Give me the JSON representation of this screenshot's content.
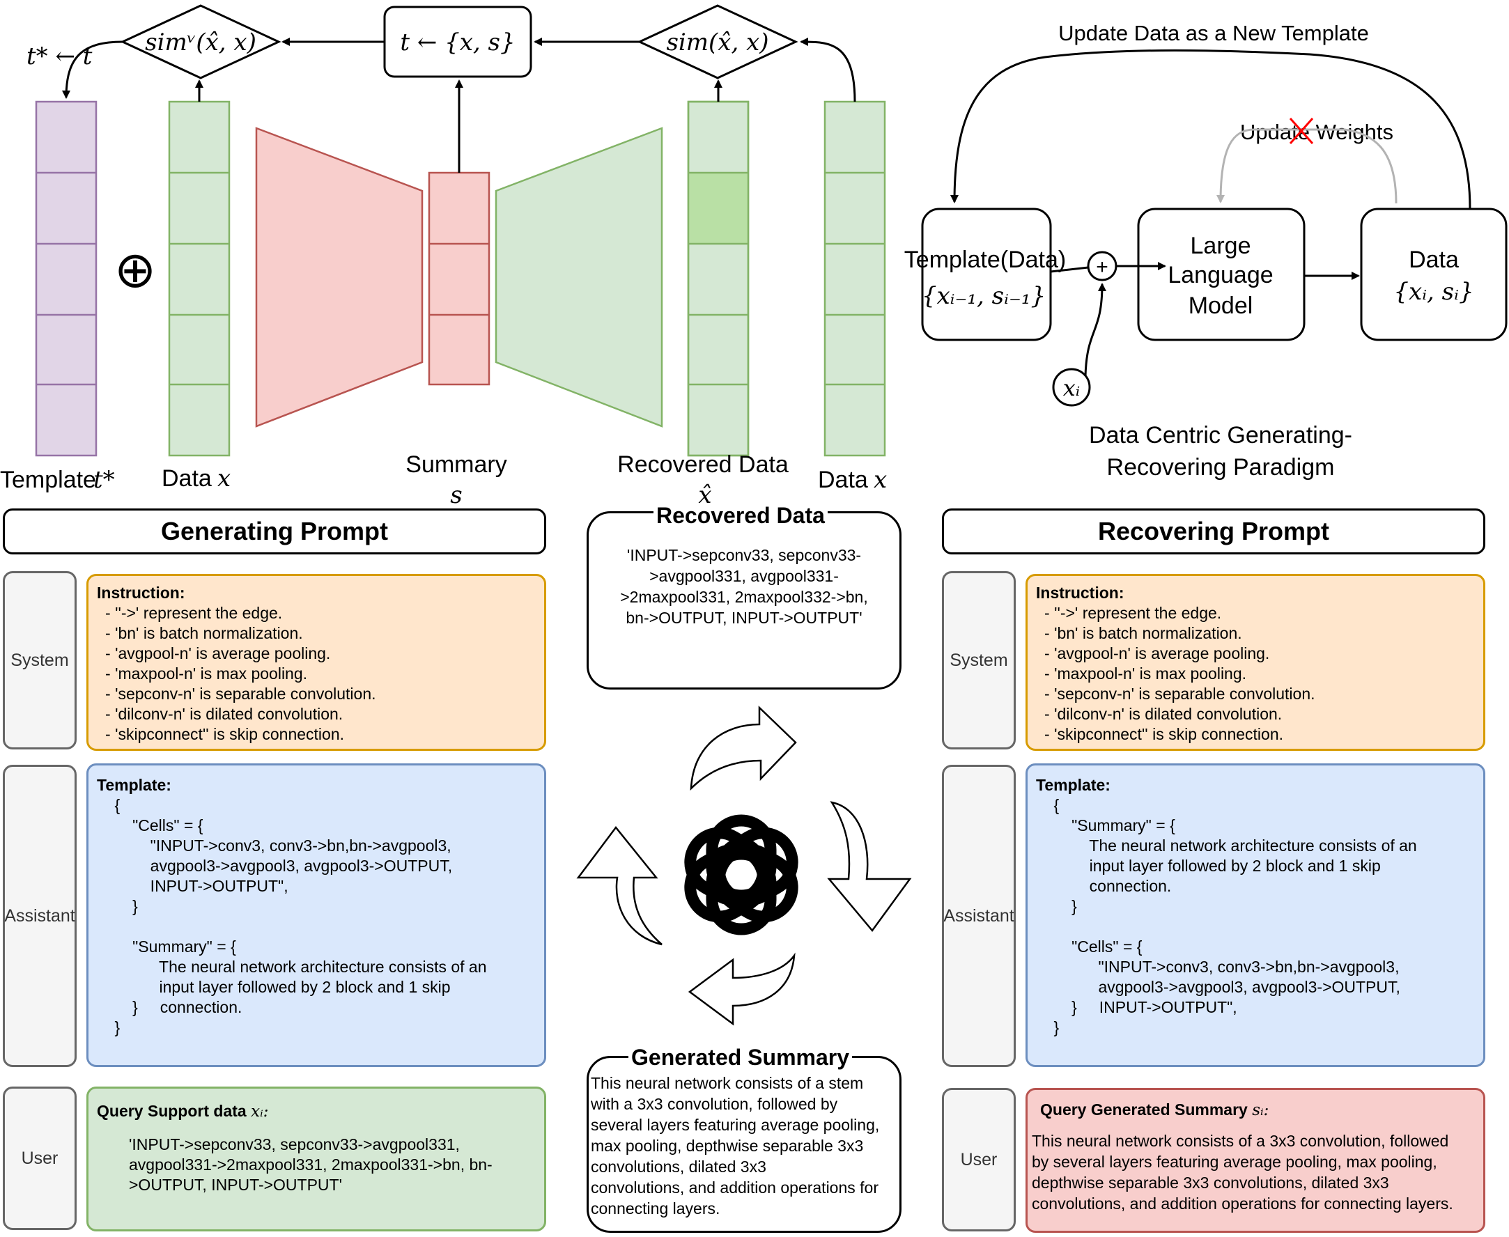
{
  "top_left": {
    "template_label": "Template",
    "template_var": "t*",
    "data_label": "Data",
    "data_var": "x",
    "summary_label": "Summary",
    "summary_var": "s",
    "recovered_label": "Recovered Data",
    "recovered_var": "x̂",
    "data2_label": "Data",
    "data2_var": "x",
    "sim_v": "simᵛ(x̂, x)",
    "sim": "sim(x̂, x)",
    "t_assign": "t ← {x, s}",
    "t_star": "t* ← t",
    "oplus": "⊕"
  },
  "paradigm": {
    "loop_top": "Update Data as a New Template",
    "loop_inner": "Update Weights",
    "template_title": "Template(Data)",
    "template_math": "{xᵢ₋₁, sᵢ₋₁}",
    "llm_line1": "Large",
    "llm_line2": "Language",
    "llm_line3": "Model",
    "data_title": "Data",
    "data_math": "{xᵢ, sᵢ}",
    "plus": "+",
    "xi": "xᵢ",
    "caption_line1": "Data Centric Generating-",
    "caption_line2": "Recovering Paradigm"
  },
  "generating": {
    "header": "Generating Prompt",
    "roles": [
      "System",
      "Assistant",
      "User"
    ],
    "instruction_title": "Instruction:",
    "instructions": [
      "''->' represent the edge.",
      "'bn' is batch normalization.",
      "'avgpool-n' is average pooling.",
      "'maxpool-n' is max pooling.",
      "'sepconv-n' is separable convolution.",
      "'dilconv-n' is dilated convolution.",
      "'skipconnect'' is skip connection."
    ],
    "template_title": "Template:",
    "template_body": "    {\n        \"Cells\" = {\n            \"INPUT->conv3, conv3->bn,bn->avgpool3,\n            avgpool3->avgpool3, avgpool3->OUTPUT,\n            INPUT->OUTPUT\",\n        }\n\n        \"Summary\" = {\n              The neural network architecture consists of an\n              input layer followed by 2 block and 1 skip\n        }     connection.\n    }",
    "query_title": "Query Support data",
    "query_var": "xᵢ:",
    "query_body": "'INPUT->sepconv33, sepconv33->avgpool331,\navgpool331->2maxpool331, 2maxpool331->bn, bn-\n>OUTPUT, INPUT->OUTPUT'"
  },
  "recovered_box": {
    "title": "Recovered Data",
    "lines": [
      "'INPUT->sepconv33, sepconv33-",
      ">avgpool331, avgpool331-",
      ">2maxpool331, 2maxpool332->bn,",
      "bn->OUTPUT, INPUT->OUTPUT'"
    ]
  },
  "summary_box": {
    "title": "Generated Summary",
    "lines": [
      "This neural network consists of a stem",
      "with a 3x3 convolution, followed by",
      "several layers featuring average pooling,",
      "max pooling, depthwise separable 3x3",
      "convolutions, dilated 3x3",
      "convolutions, and addition operations for",
      "connecting layers."
    ]
  },
  "recovering": {
    "header": "Recovering Prompt",
    "roles": [
      "System",
      "Assistant",
      "User"
    ],
    "instruction_title": "Instruction:",
    "instructions": [
      "''->' represent the edge.",
      "'bn' is batch normalization.",
      "'avgpool-n' is average pooling.",
      "'maxpool-n' is max pooling.",
      "'sepconv-n' is separable convolution.",
      "'dilconv-n' is dilated convolution.",
      "'skipconnect'' is skip connection."
    ],
    "template_title": "Template:",
    "template_body": "    {\n        \"Summary\" = {\n            The neural network architecture consists of an\n            input layer followed by 2 block and 1 skip\n            connection.\n        }\n\n        \"Cells\" = {\n              \"INPUT->conv3, conv3->bn,bn->avgpool3,\n              avgpool3->avgpool3, avgpool3->OUTPUT,\n        }     INPUT->OUTPUT\",\n    }",
    "query_title": "Query Generated Summary",
    "query_var": "sᵢ:",
    "query_body": "This neural network consists of a 3x3 convolution, followed\nby several layers featuring average pooling, max pooling,\ndepthwise separable 3x3 convolutions, dilated 3x3\nconvolutions, and addition operations for connecting layers."
  },
  "colors": {
    "purple_fill": "#e1d5e7",
    "purple_stroke": "#9673a6",
    "green_fill": "#d5e8d4",
    "green_stroke": "#82b366",
    "red_fill": "#f8cecc",
    "red_stroke": "#b85450",
    "orange_fill": "#ffe6cc",
    "blue_fill": "#dae8fc"
  },
  "icons": [
    "openai-logo-icon",
    "cycle-arrow-icon"
  ]
}
